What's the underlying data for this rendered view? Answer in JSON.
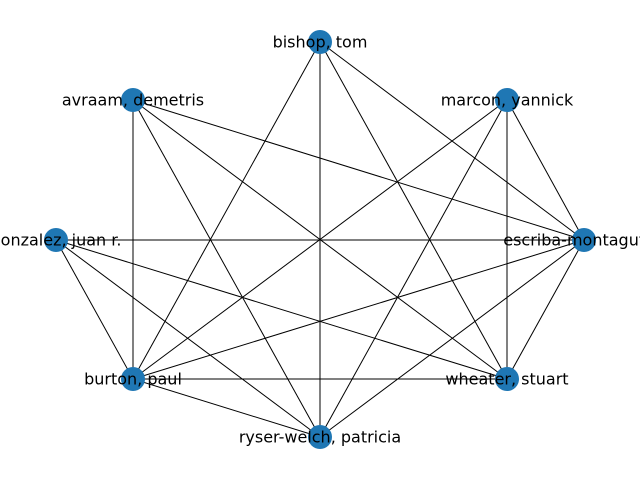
{
  "graph": {
    "node_color": "#1f77b4",
    "edge_color": "#000000",
    "nodes": [
      {
        "id": "bishop",
        "label": "bishop, tom"
      },
      {
        "id": "marcon",
        "label": "marcon, yannick"
      },
      {
        "id": "escriba",
        "label": "escriba-montagut, x"
      },
      {
        "id": "wheater",
        "label": "wheater, stuart"
      },
      {
        "id": "ryser",
        "label": "ryser-welch, patricia"
      },
      {
        "id": "burton",
        "label": "burton, paul"
      },
      {
        "id": "gonzalez",
        "label": "gonzalez, juan r."
      },
      {
        "id": "avraam",
        "label": "avraam, demetris"
      }
    ],
    "edges": [
      [
        "bishop",
        "escriba"
      ],
      [
        "bishop",
        "wheater"
      ],
      [
        "bishop",
        "ryser"
      ],
      [
        "bishop",
        "burton"
      ],
      [
        "marcon",
        "escriba"
      ],
      [
        "marcon",
        "wheater"
      ],
      [
        "marcon",
        "ryser"
      ],
      [
        "marcon",
        "burton"
      ],
      [
        "escriba",
        "wheater"
      ],
      [
        "escriba",
        "ryser"
      ],
      [
        "escriba",
        "burton"
      ],
      [
        "escriba",
        "gonzalez"
      ],
      [
        "escriba",
        "avraam"
      ],
      [
        "wheater",
        "burton"
      ],
      [
        "wheater",
        "gonzalez"
      ],
      [
        "wheater",
        "avraam"
      ],
      [
        "ryser",
        "burton"
      ],
      [
        "ryser",
        "gonzalez"
      ],
      [
        "ryser",
        "avraam"
      ],
      [
        "burton",
        "gonzalez"
      ],
      [
        "burton",
        "avraam"
      ]
    ]
  }
}
